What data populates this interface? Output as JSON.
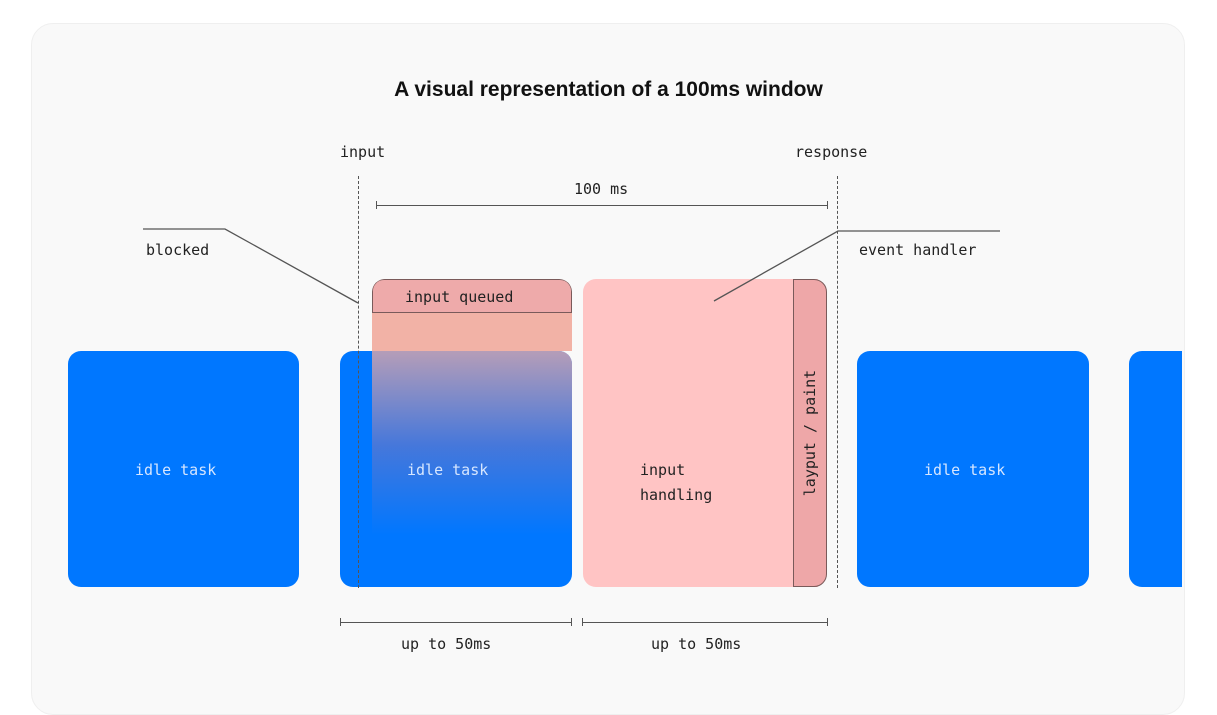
{
  "title": "A visual representation of a 100ms window",
  "markers": {
    "input": "input",
    "response": "response"
  },
  "window_span": {
    "label": "100 ms",
    "duration_ms": 100
  },
  "callouts": {
    "blocked": "blocked",
    "event_handler": "event handler"
  },
  "blocks": {
    "idle_1": "idle task",
    "idle_2": "idle task",
    "idle_3": "idle task",
    "input_queued": "input queued",
    "input_handling_line1": "input",
    "input_handling_line2": "handling",
    "layout_paint": "layput / paint"
  },
  "bottom_spans": [
    {
      "label": "up to 50ms"
    },
    {
      "label": "up to 50ms"
    }
  ],
  "colors": {
    "idle_blue": "#0077ff",
    "queued_red": "#eeaaaa",
    "handling_pink": "#ffc4c4",
    "layout_paint": "#eea7a8",
    "card_bg": "#f9f9f9"
  }
}
